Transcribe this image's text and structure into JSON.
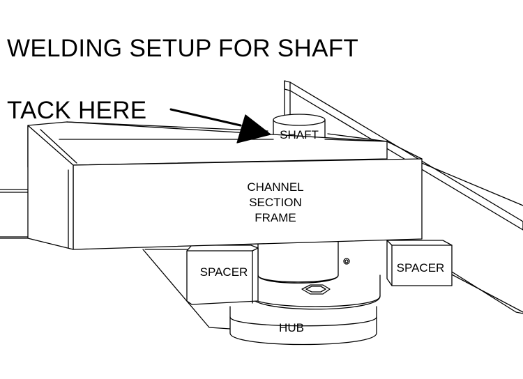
{
  "title": "WELDING SETUP FOR SHAFT",
  "callout": "TACK HERE",
  "labels": {
    "shaft": "SHAFT",
    "channel_line1": "CHANNEL",
    "channel_line2": "SECTION",
    "channel_line3": "FRAME",
    "spacer_left": "SPACER",
    "spacer_right": "SPACER",
    "hub": "HUB"
  }
}
